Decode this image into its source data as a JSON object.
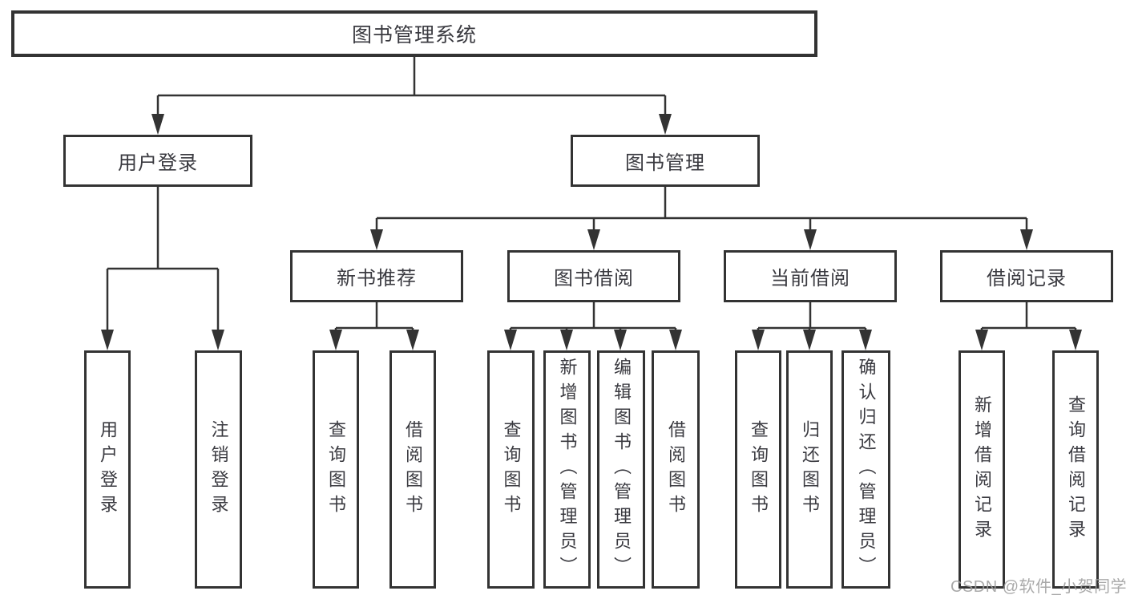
{
  "tree": {
    "root": {
      "label": "图书管理系统"
    },
    "branches": [
      {
        "label": "用户登录",
        "children": [
          {
            "label": "用户登录"
          },
          {
            "label": "注销登录"
          }
        ]
      },
      {
        "label": "图书管理",
        "sections": [
          {
            "label": "新书推荐",
            "children": [
              {
                "label": "查询图书"
              },
              {
                "label": "借阅图书"
              }
            ]
          },
          {
            "label": "图书借阅",
            "children": [
              {
                "label": "查询图书"
              },
              {
                "label": "新增图书（管理员）"
              },
              {
                "label": "编辑图书（管理员）"
              },
              {
                "label": "借阅图书"
              }
            ]
          },
          {
            "label": "当前借阅",
            "children": [
              {
                "label": "查询图书"
              },
              {
                "label": "归还图书"
              },
              {
                "label": "确认归还（管理员）"
              }
            ]
          },
          {
            "label": "借阅记录",
            "children": [
              {
                "label": "新增借阅记录"
              },
              {
                "label": "查询借阅记录"
              }
            ]
          }
        ]
      }
    ]
  },
  "watermark": {
    "text": "CSDN @软件_小贺同学"
  },
  "colors": {
    "line": "#333333",
    "box_border": "#333333",
    "text": "#3a3a40",
    "watermark": "#9e9e9e",
    "background": "#ffffff"
  }
}
